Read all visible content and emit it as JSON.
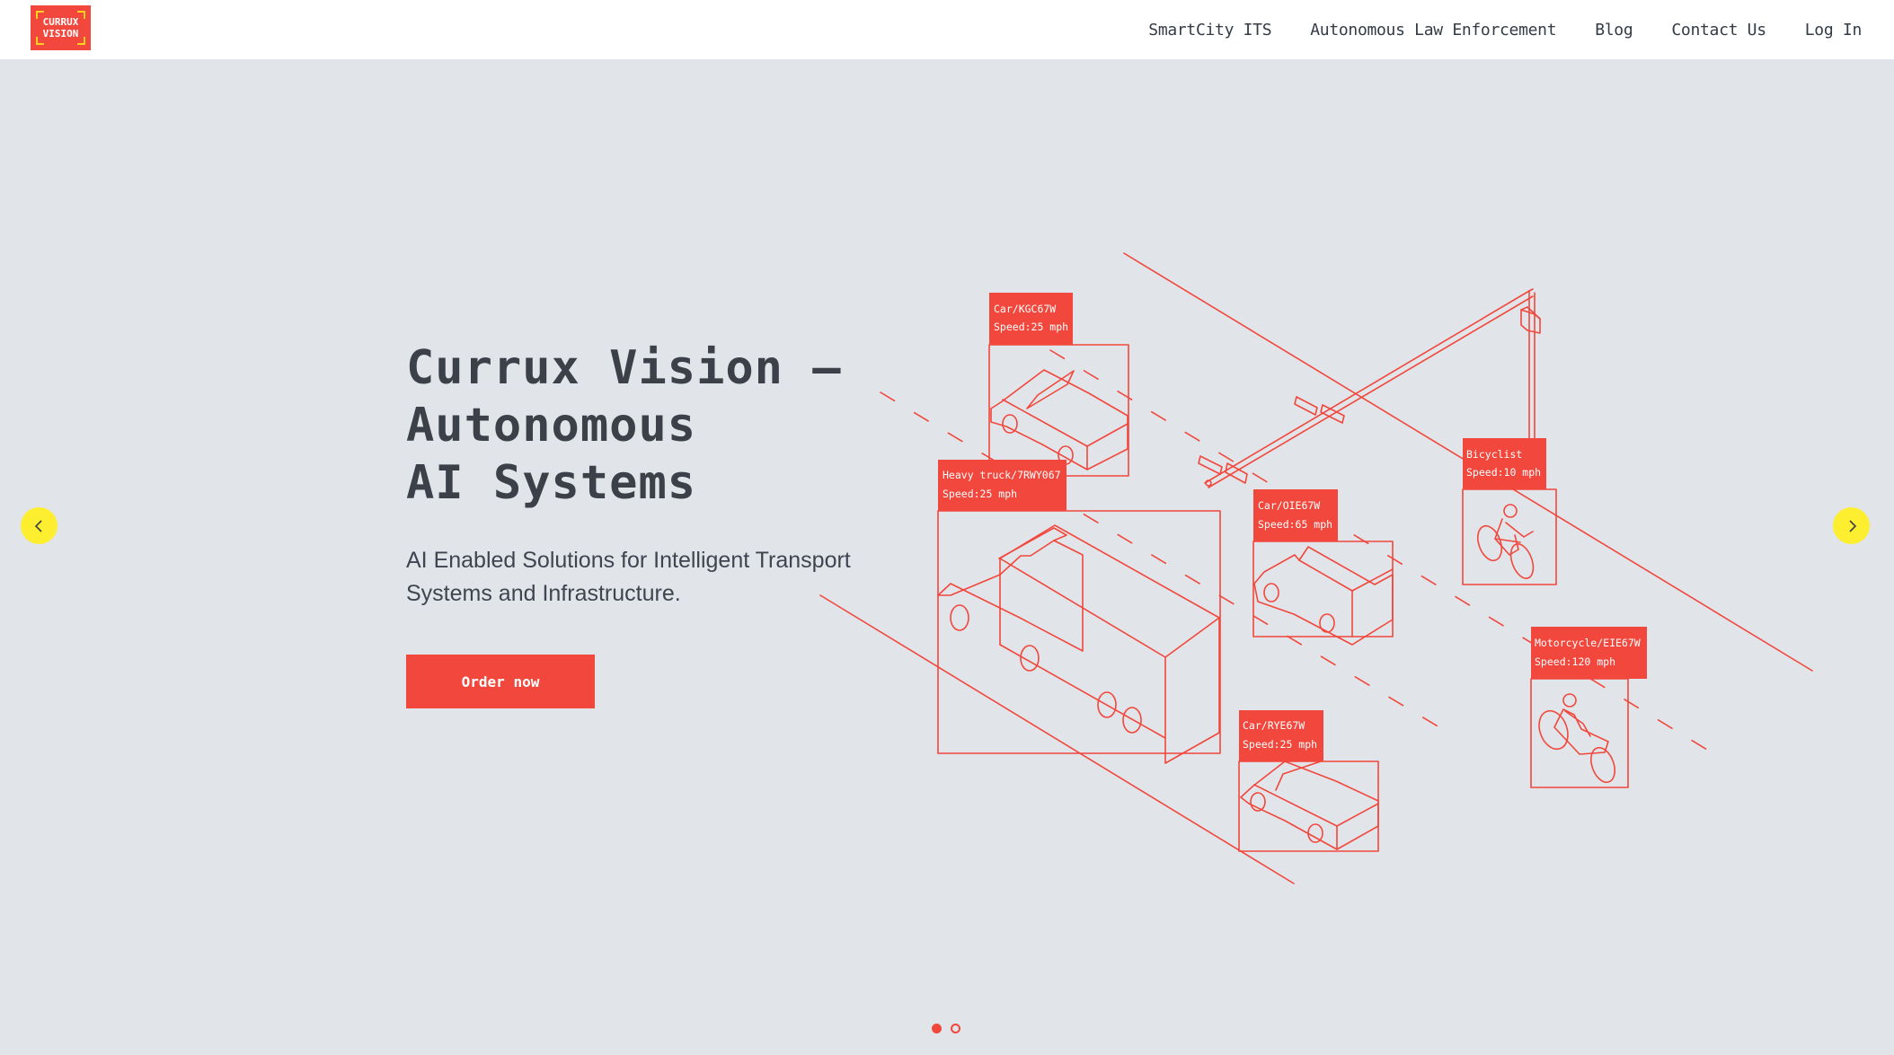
{
  "navbar": {
    "logo": {
      "line1": "CURRUX",
      "line2": "VISION",
      "bg_color": "#f1473c",
      "bracket_color": "#ffd21f"
    },
    "links": [
      {
        "label": "SmartCity ITS"
      },
      {
        "label": "Autonomous Law Enforcement"
      },
      {
        "label": "Blog"
      },
      {
        "label": "Contact Us"
      },
      {
        "label": "Log In"
      }
    ]
  },
  "hero": {
    "title_lines": [
      "Currux Vision –",
      "Autonomous",
      "AI Systems"
    ],
    "subtitle": "AI Enabled Solutions for Intelligent Transport Systems and Infrastructure.",
    "cta_label": "Order now"
  },
  "carousel": {
    "prev_icon": "chevron-left-icon",
    "next_icon": "chevron-right-icon",
    "dots": [
      {
        "active": true
      },
      {
        "active": false
      }
    ],
    "arrow_color": "#fdee30"
  },
  "illustration": {
    "detections": [
      {
        "id": "car-kgc",
        "name": "Car/KGC67W",
        "speed": "Speed:25 mph"
      },
      {
        "id": "truck-7rwy",
        "name": "Heavy truck/7RWY067",
        "speed": "Speed:25 mph"
      },
      {
        "id": "car-oie",
        "name": "Car/OIE67W",
        "speed": "Speed:65 mph"
      },
      {
        "id": "bicyclist",
        "name": "Bicyclist",
        "speed": "Speed:10 mph"
      },
      {
        "id": "motorcycle-eie",
        "name": "Motorcycle/EIE67W",
        "speed": "Speed:120 mph"
      },
      {
        "id": "car-rye",
        "name": "Car/RYE67W",
        "speed": "Speed:25 mph"
      }
    ]
  },
  "colors": {
    "accent": "#f1473c",
    "background": "#e1e5e9",
    "text_dark": "#3b4049"
  }
}
